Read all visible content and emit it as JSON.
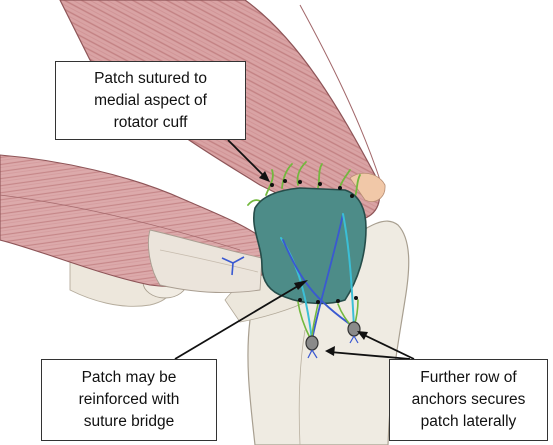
{
  "callouts": {
    "top": {
      "lines": [
        "Patch sutured to",
        "medial aspect of",
        "rotator cuff"
      ]
    },
    "bottom_left": {
      "lines": [
        "Patch may be",
        "reinforced with",
        "suture bridge"
      ]
    },
    "bottom_right": {
      "lines": [
        "Further row of",
        "anchors secures",
        "patch laterally"
      ]
    }
  },
  "colors": {
    "patch": "#4d8c88",
    "muscle": "#c98a8c",
    "tendon": "#e8e2d8",
    "bone": "#eeeadf",
    "suture_green": "#73b83e",
    "suture_cyan": "#3bbfd6",
    "suture_blue": "#3a59d1",
    "anchor": "#8a8a8a"
  }
}
